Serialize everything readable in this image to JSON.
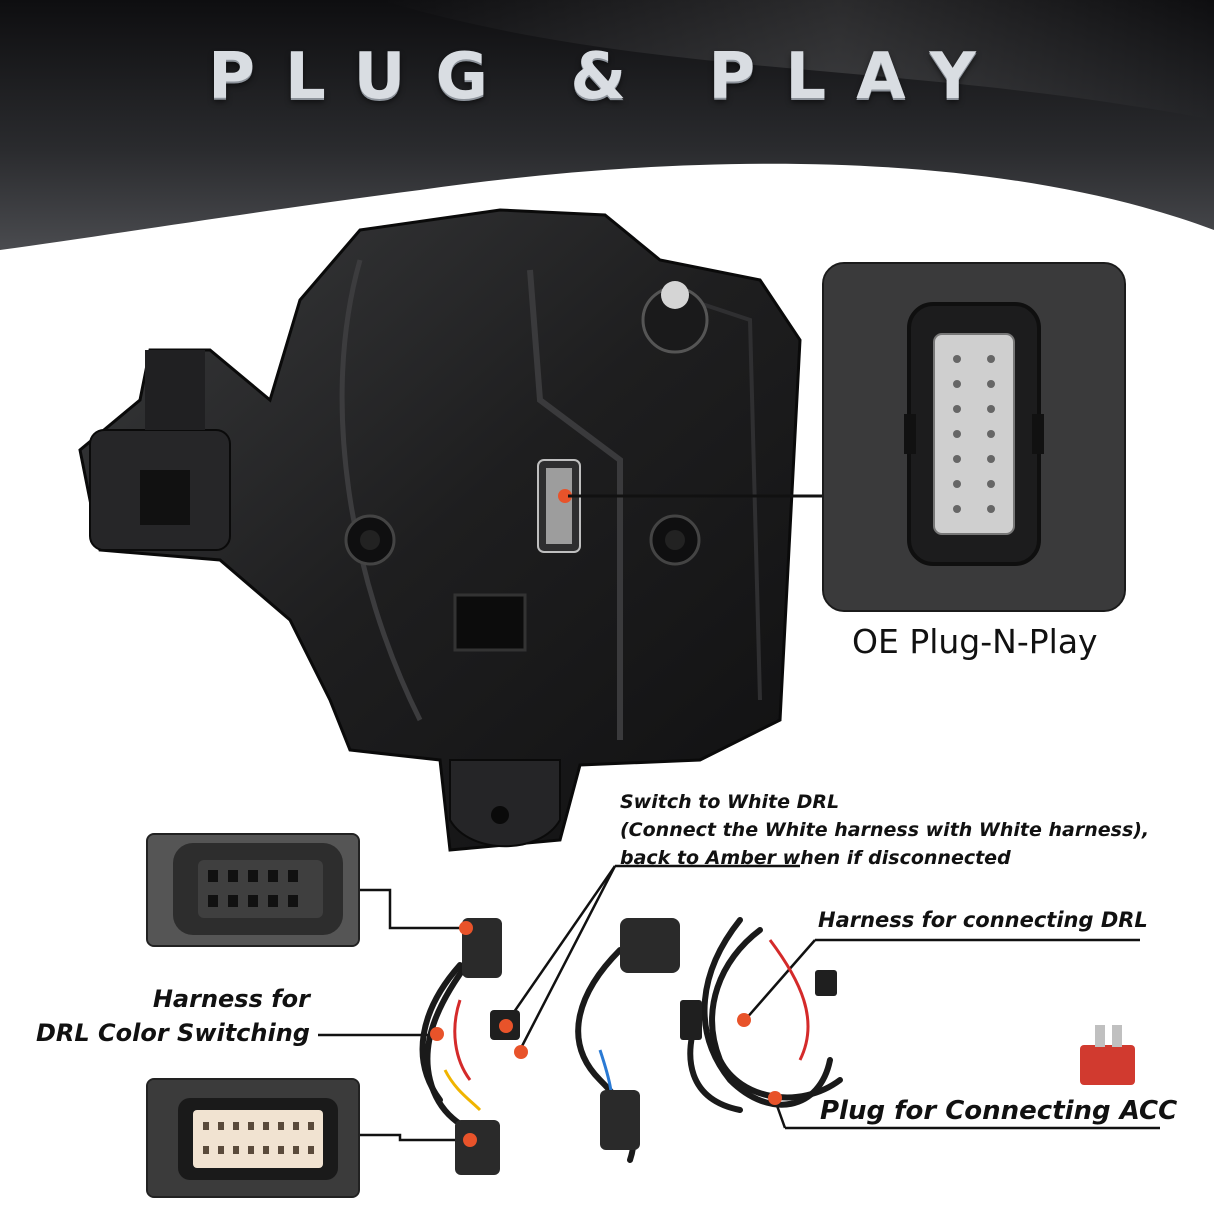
{
  "header": {
    "title": "PLUG & PLAY"
  },
  "callouts": {
    "oe_plug": "OE Plug-N-Play",
    "switch_line1": "Switch to White DRL",
    "switch_line2": "(Connect the White harness with White harness),",
    "switch_line3": "back to Amber when if disconnected",
    "drl_harness": "Harness for connecting DRL",
    "color_switch_line1": "Harness for",
    "color_switch_line2": "DRL Color Switching",
    "acc_plug": "Plug for Connecting ACC"
  },
  "colors": {
    "banner_dark": "#1a1a1c",
    "marker_orange": "#e8532a",
    "housing_black": "#1e1e1f"
  },
  "icons": [
    "headlight-housing-image",
    "connector-closeup-image",
    "wiring-harness-image"
  ]
}
